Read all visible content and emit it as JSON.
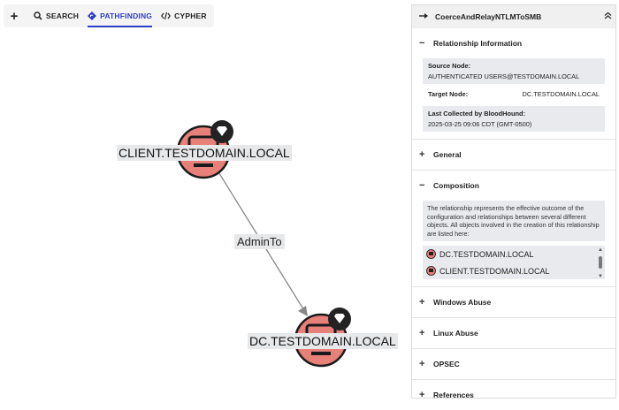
{
  "toolbar": {
    "add_label": "+",
    "tabs": [
      {
        "label": "SEARCH",
        "icon": "search-icon",
        "active": false
      },
      {
        "label": "PATHFINDING",
        "icon": "diamond-route-icon",
        "active": true
      },
      {
        "label": "CYPHER",
        "icon": "code-icon",
        "active": false
      }
    ]
  },
  "graph": {
    "nodes": [
      {
        "label": "CLIENT.TESTDOMAIN.LOCAL",
        "type": "Computer",
        "tier_zero": true
      },
      {
        "label": "DC.TESTDOMAIN.LOCAL",
        "type": "Computer",
        "tier_zero": true
      }
    ],
    "edge": {
      "label": "AdminTo"
    },
    "colors": {
      "node_fill": "#e8807a",
      "node_stroke": "#1a1a1a",
      "edge": "#888888",
      "badge": "#222222"
    }
  },
  "panel": {
    "title": "CoerceAndRelayNTLMToSMB",
    "collapse_icon": "chevron-double-up-icon",
    "relationship_info": {
      "heading": "Relationship Information",
      "source_key": "Source Node:",
      "source_value": "AUTHENTICATED USERS@TESTDOMAIN.LOCAL",
      "target_key": "Target Node:",
      "target_value": "DC.TESTDOMAIN.LOCAL",
      "collected_key": "Last Collected by BloodHound:",
      "collected_value": "2025-03-25 09:06 CDT (GMT-0500)"
    },
    "general": {
      "heading": "General"
    },
    "composition": {
      "heading": "Composition",
      "description": "The relationship represents the effective outcome of the configuration and relationships between several different objects. All objects involved in the creation of this relationship are listed here:",
      "items": [
        "DC.TESTDOMAIN.LOCAL",
        "CLIENT.TESTDOMAIN.LOCAL"
      ]
    },
    "sections": [
      "Windows Abuse",
      "Linux Abuse",
      "OPSEC",
      "References"
    ]
  }
}
